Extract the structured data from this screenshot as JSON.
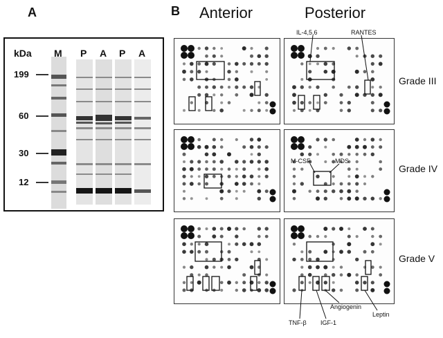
{
  "panel_a": {
    "letter": "A",
    "unit_label": "kDa",
    "lanes": [
      "M",
      "P",
      "A",
      "P",
      "A"
    ],
    "markers": [
      "199",
      "60",
      "30",
      "12"
    ]
  },
  "panel_b": {
    "letter": "B",
    "columns": [
      "Anterior",
      "Posterior"
    ],
    "rows": [
      "Grade III",
      "Grade IV",
      "Grade V"
    ],
    "annotations": {
      "il": "IL-4,5,6",
      "rantes": "RANTES",
      "mcsf": "M-CSF",
      "mds": "MDS",
      "angiogenin": "Angiogenin",
      "leptin": "Leptin",
      "tnf": "TNF-β",
      "igf": "IGF-1"
    }
  }
}
